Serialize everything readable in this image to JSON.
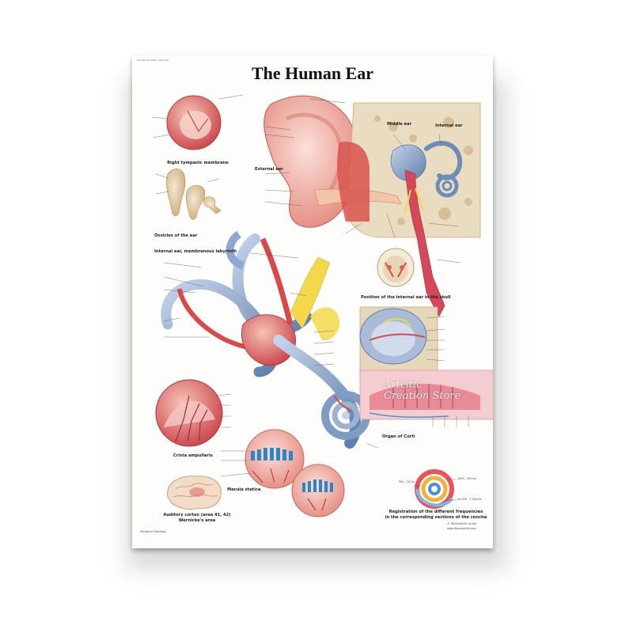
{
  "poster": {
    "code": "VP-CH2 #CHART 7180 000",
    "title": "The Human Ear"
  },
  "labels": {
    "tympanic": "Right tympanic membrane",
    "external": "External ear",
    "middle": "Middle ear",
    "internal": "Internal ear",
    "ossicles": "Ossicles of the ear",
    "labyrinth": "Internal ear, membranous labyrinth",
    "skull": "Position of the internal ear in the skull",
    "crista": "Crista ampullaris",
    "macula": "Macula statica",
    "corti": "Organ of Corti",
    "auditory1": "Auditory cortex (area 41, 42)",
    "auditory2": "Wernicke's area",
    "registration1": "Registration of the different frequencies",
    "registration2": "in the corresponding sections of the concha"
  },
  "frequencies": {
    "f1": "500 - 20 Hz",
    "f2": "1000 - 500 Hz",
    "f3": "20 000 - 7 000 Hz"
  },
  "footer": {
    "printed": "Printed in Germany",
    "publisher": "© 3B Scientific GmbH",
    "web": "www.3bscientific.com"
  },
  "watermark": {
    "line1": "Artistic",
    "line2": "Creation Store"
  },
  "colors": {
    "flesh": "#f0b29a",
    "skin_dark": "#d46a5f",
    "bone": "#e9d7b4",
    "labyrinth_blue": "#7f9cc3",
    "nerve_yellow": "#f2d84a",
    "vessel_red": "#d63a3a"
  }
}
